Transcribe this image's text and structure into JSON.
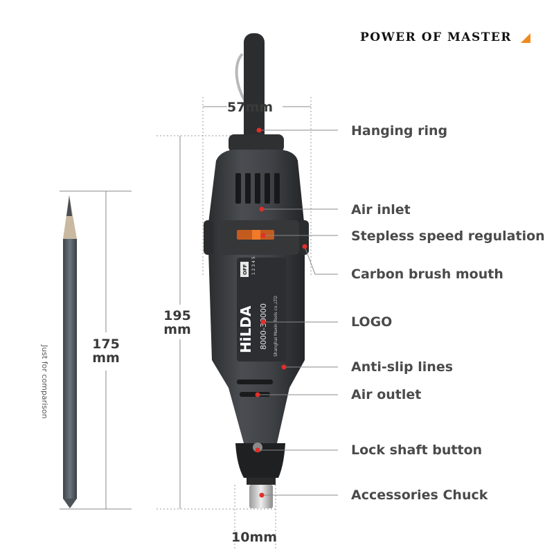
{
  "brand": {
    "title": "POWER OF MASTER",
    "accent_color": "#f08a1c"
  },
  "dimensions": {
    "width_top": "57mm",
    "height_tool_value": "195",
    "height_tool_unit": "mm",
    "height_pencil_value": "175",
    "height_pencil_unit": "mm",
    "width_bottom": "10mm"
  },
  "pencil_note": "Just for comparison",
  "tool_text": {
    "logo": "HiLDA",
    "speed": "8000-30000",
    "maker": "Shanghai Maxin Tools co.,LTD",
    "switch_off": "OFF",
    "switch_scale": "1 2 3 4 5"
  },
  "callouts": [
    {
      "id": "hanging-ring",
      "label": "Hanging ring"
    },
    {
      "id": "air-inlet",
      "label": "Air inlet"
    },
    {
      "id": "speed",
      "label": "Stepless speed regulation"
    },
    {
      "id": "carbon",
      "label": "Carbon brush mouth"
    },
    {
      "id": "logo",
      "label": "LOGO"
    },
    {
      "id": "antislip",
      "label": "Anti-slip lines"
    },
    {
      "id": "outlet",
      "label": "Air outlet"
    },
    {
      "id": "lock",
      "label": "Lock shaft button"
    },
    {
      "id": "chuck",
      "label": "Accessories Chuck"
    }
  ],
  "colors": {
    "dot": "#e0302a",
    "tool_body": "#3d3f42",
    "pencil": "#5a6168"
  }
}
